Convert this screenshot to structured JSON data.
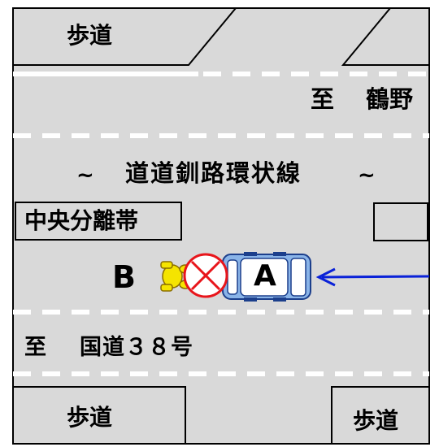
{
  "colors": {
    "road": "#d9d9d9",
    "outline": "#000000",
    "marking": "#ffffff",
    "car_a": "#8ab4e8",
    "bicycle": "#f5e400",
    "collision": "#e8151b",
    "arrow": "#0a22d8"
  },
  "icons": {
    "car": "car-icon",
    "bicycle": "bicycle-icon",
    "collision": "collision-mark-icon",
    "direction": "arrow-left-icon"
  },
  "sidewalk_top_left": "歩道",
  "sidewalk_bottom_left": "歩道",
  "sidewalk_bottom_right": "歩道",
  "direction_top": {
    "prefix": "至",
    "place": "鶴野"
  },
  "road_name": {
    "tilde_left": "~",
    "name": "道道釧路環状線",
    "tilde_right": "~"
  },
  "median": "中央分離帯",
  "direction_bottom": {
    "prefix": "至",
    "place": "国道３８号"
  },
  "vehicle_a": "A",
  "party_b": "B"
}
